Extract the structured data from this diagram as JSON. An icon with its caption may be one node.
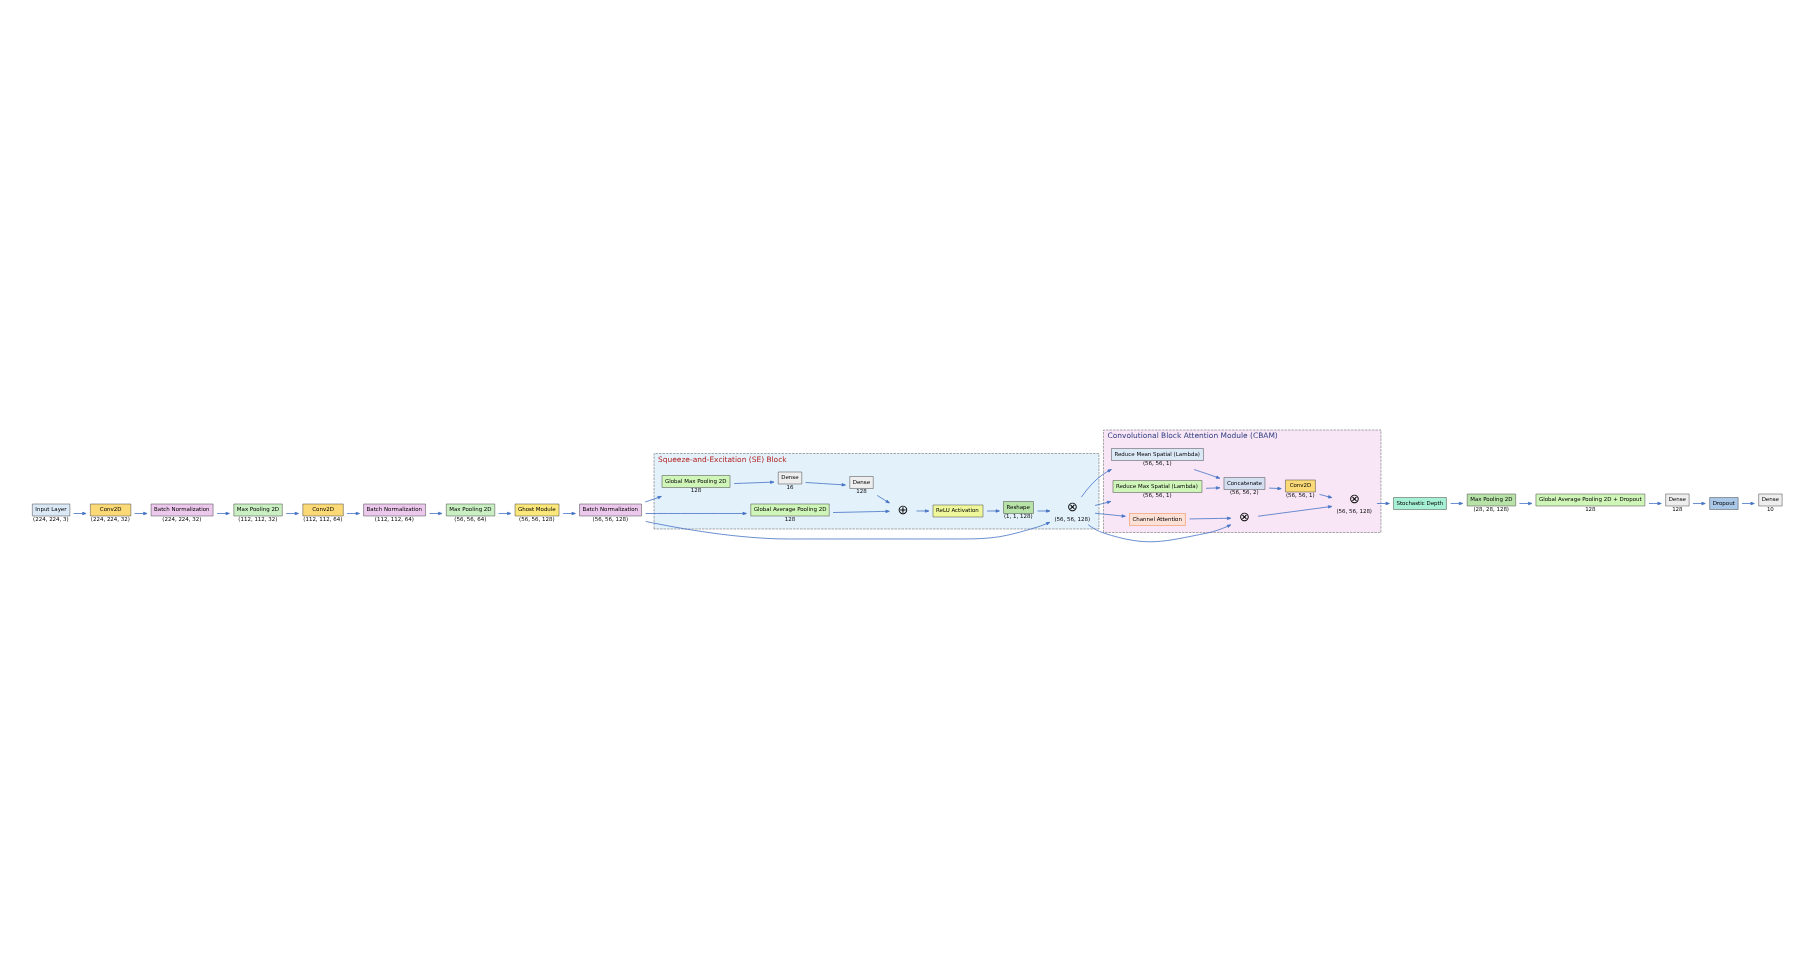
{
  "diagram": {
    "nodes": [
      {
        "text": [
          "Input Layer"
        ],
        "beside": [
          "(224, 224, 3)"
        ]
      },
      {
        "text": [
          "Conv2D"
        ],
        "beside": [
          "(224, 224, 32)"
        ]
      },
      {
        "text": [
          "Batch Normalization"
        ],
        "beside": [
          "(224, 224, 32)"
        ]
      },
      {
        "text": [
          "Max Pooling 2D"
        ],
        "beside": [
          "(112, 112, 32)"
        ]
      },
      {
        "text": [
          "Conv2D"
        ],
        "beside": [
          "(112, 112, 64)"
        ]
      },
      {
        "text": [
          "Batch Normalization"
        ],
        "beside": [
          "(112, 112, 64)"
        ]
      },
      {
        "text": [
          "Max Pooling 2D"
        ],
        "beside": [
          "(56, 56, 64)"
        ]
      },
      {
        "text": [
          "Ghost Module"
        ],
        "beside": [
          "(56, 56, 128)"
        ]
      },
      {
        "text": [
          "Batch Normalization"
        ],
        "beside": [
          "(56, 56, 128)"
        ]
      },
      {
        "text": [
          "Squeeze-and-Excitation (SE) Block"
        ]
      },
      {
        "text": [
          "Global Max Pooling 2D"
        ],
        "beside": [
          "128"
        ],
        "in": 9
      },
      {
        "text": [
          "Dense"
        ],
        "beside": [
          "16"
        ],
        "in": 9
      },
      {
        "text": [
          "Dense"
        ],
        "beside": [
          "128"
        ],
        "in": 9
      },
      {
        "text": [
          "Global Average Pooling 2D"
        ],
        "beside": [
          "128"
        ],
        "in": 9
      },
      {
        "text": [
          "⊕"
        ],
        "in": 9
      },
      {
        "text": [
          "ReLU Activation"
        ],
        "in": 9
      },
      {
        "text": [
          "Reshape"
        ],
        "beside": [
          "(1, 1, 128)"
        ],
        "in": 9
      },
      {
        "text": [
          "⊗"
        ],
        "beside": [
          "(56, 56, 128)"
        ],
        "in": 9
      },
      {
        "text": [
          "Convolutional Block Attention Module (CBAM)"
        ]
      },
      {
        "text": [
          "Reduce Mean Spatial (Lambda)"
        ],
        "beside": [
          "(56, 56, 1)"
        ],
        "in": 18
      },
      {
        "text": [
          "Reduce Max Spatial (Lambda)"
        ],
        "beside": [
          "(56, 56, 1)"
        ],
        "in": 18
      },
      {
        "text": [
          "Concatenate"
        ],
        "beside": [
          "(56, 56, 2)"
        ],
        "in": 18
      },
      {
        "text": [
          "Channel Attention"
        ],
        "in": 18
      },
      {
        "text": [
          "⊗"
        ],
        "in": 18
      },
      {
        "text": [
          "Conv2D"
        ],
        "beside": [
          "(56, 56, 1)"
        ],
        "in": 18
      },
      {
        "text": [
          "⊗"
        ],
        "beside": [
          "(56, 56, 128)"
        ],
        "in": 18
      },
      {
        "text": [
          "Stochastic Depth"
        ]
      },
      {
        "text": [
          "Max Pooling 2D"
        ],
        "beside": [
          "(28, 28, 128)"
        ]
      },
      {
        "text": [
          "Global Average Pooling 2D + Dropout"
        ],
        "beside": [
          "128"
        ]
      },
      {
        "text": [
          "Dense"
        ],
        "beside": [
          "128"
        ]
      },
      {
        "text": [
          "Dropout"
        ]
      },
      {
        "text": [
          "Dense"
        ],
        "beside": [
          "10"
        ]
      }
    ],
    "edges": [
      {
        "from": 0,
        "to": 1,
        "arrow": "to"
      },
      {
        "from": 1,
        "to": 2,
        "arrow": "to"
      },
      {
        "from": 2,
        "to": 3,
        "arrow": "to"
      },
      {
        "from": 3,
        "to": 4,
        "arrow": "to"
      },
      {
        "from": 4,
        "to": 5,
        "arrow": "to"
      },
      {
        "from": 5,
        "to": 6,
        "arrow": "to"
      },
      {
        "from": 6,
        "to": 7,
        "arrow": "to"
      },
      {
        "from": 7,
        "to": 8,
        "arrow": "to"
      },
      {
        "from": 8,
        "to": 10,
        "arrow": "to"
      },
      {
        "from": 8,
        "to": 13,
        "arrow": "to"
      },
      {
        "from": 8,
        "to": 17,
        "arrow": "to"
      },
      {
        "from": 10,
        "to": 11,
        "arrow": "to"
      },
      {
        "from": 11,
        "to": 12,
        "arrow": "to"
      },
      {
        "from": 12,
        "to": 14,
        "arrow": "to"
      },
      {
        "from": 13,
        "to": 14,
        "arrow": "to"
      },
      {
        "from": 14,
        "to": 15,
        "arrow": "to"
      },
      {
        "from": 15,
        "to": 16,
        "arrow": "to"
      },
      {
        "from": 16,
        "to": 17,
        "arrow": "to"
      },
      {
        "from": 17,
        "to": 19,
        "arrow": "to"
      },
      {
        "from": 17,
        "to": 20,
        "arrow": "to"
      },
      {
        "from": 17,
        "to": 22,
        "arrow": "to"
      },
      {
        "from": 17,
        "to": 23,
        "arrow": "to"
      },
      {
        "from": 19,
        "to": 21,
        "arrow": "to"
      },
      {
        "from": 20,
        "to": 21,
        "arrow": "to"
      },
      {
        "from": 21,
        "to": 24,
        "arrow": "to"
      },
      {
        "from": 22,
        "to": 23,
        "arrow": "to"
      },
      {
        "from": 23,
        "to": 25,
        "arrow": "to"
      },
      {
        "from": 24,
        "to": 25,
        "arrow": "to"
      },
      {
        "from": 25,
        "to": 26,
        "arrow": "to"
      },
      {
        "from": 26,
        "to": 27,
        "arrow": "to"
      },
      {
        "from": 27,
        "to": 28,
        "arrow": "to"
      },
      {
        "from": 28,
        "to": 29,
        "arrow": "to"
      },
      {
        "from": 29,
        "to": 30,
        "arrow": "to"
      },
      {
        "from": 30,
        "to": 31,
        "arrow": "to"
      }
    ]
  }
}
